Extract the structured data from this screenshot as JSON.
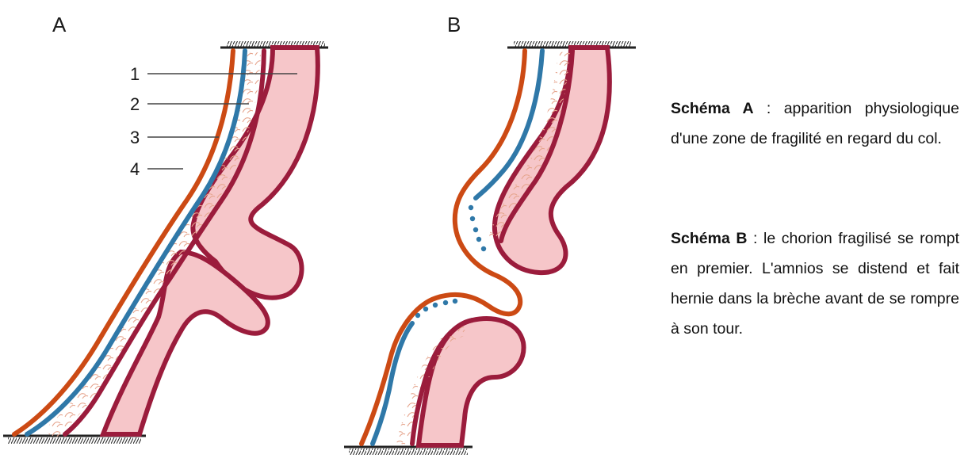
{
  "panels": {
    "a": {
      "letter": "A"
    },
    "b": {
      "letter": "B"
    }
  },
  "layer_labels": [
    "1",
    "2",
    "3",
    "4"
  ],
  "captions": {
    "a": {
      "title": "Schéma A",
      "separator": " : ",
      "text": "apparition physiologique d'une zone de fragilité en regard du col."
    },
    "b": {
      "title": "Schéma B",
      "separator": " : ",
      "text": "le chorion fragilisé se rompt en premier. L'amnios se distend et fait hernie dans la brèche avant de se rompre à son tour."
    }
  },
  "colors": {
    "outer_orange": "#cc4a14",
    "amnios_blue": "#2f78a8",
    "crimson": "#9b1c3c",
    "pink_fill": "#f6c6c9",
    "swirl": "#e6a58e",
    "hatch": "#222222"
  }
}
